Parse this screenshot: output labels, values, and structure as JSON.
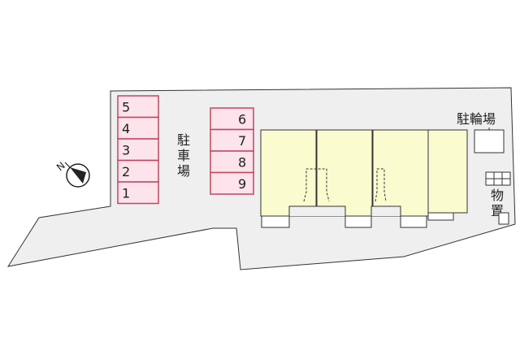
{
  "colors": {
    "lot": "#efefef",
    "outline": "#333333",
    "parking_fill": "#fce3ec",
    "parking_stroke": "#c0475f",
    "building_fill": "#fbfbd0"
  },
  "compass": {
    "label": "N",
    "icon": "north-arrow-icon"
  },
  "parking_left": {
    "spaces": [
      "5",
      "4",
      "3",
      "2",
      "1"
    ]
  },
  "parking_right": {
    "spaces": [
      "6",
      "7",
      "8",
      "9"
    ]
  },
  "labels": {
    "parking": [
      "駐",
      "車",
      "場"
    ],
    "bicycle_parking": "駐輪場",
    "storage": [
      "物",
      "置"
    ]
  }
}
